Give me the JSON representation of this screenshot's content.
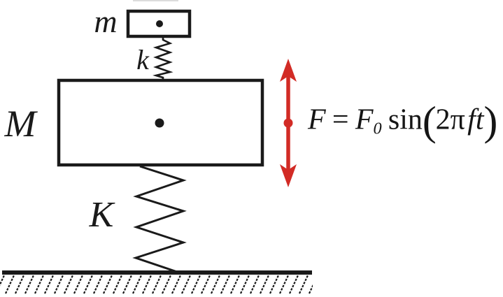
{
  "figure": {
    "title": "forced two-mass spring system diagram",
    "background": "#ffffff",
    "line_color": "#1a1a1a",
    "accent_red": "#d22b25"
  },
  "masses": {
    "small": {
      "label": "m"
    },
    "large": {
      "label": "M"
    }
  },
  "springs": {
    "upper": {
      "label": "k"
    },
    "lower": {
      "label": "K"
    }
  },
  "force": {
    "equation_plain": "F = F0 sin(2πft)",
    "parts": {
      "F": "F",
      "equals": "=",
      "F0_base": "F",
      "F0_sub": "0",
      "sin": "sin",
      "open_paren": "(",
      "arg_coeff": "2π",
      "arg_vars": "ft",
      "close_paren": ")"
    }
  }
}
